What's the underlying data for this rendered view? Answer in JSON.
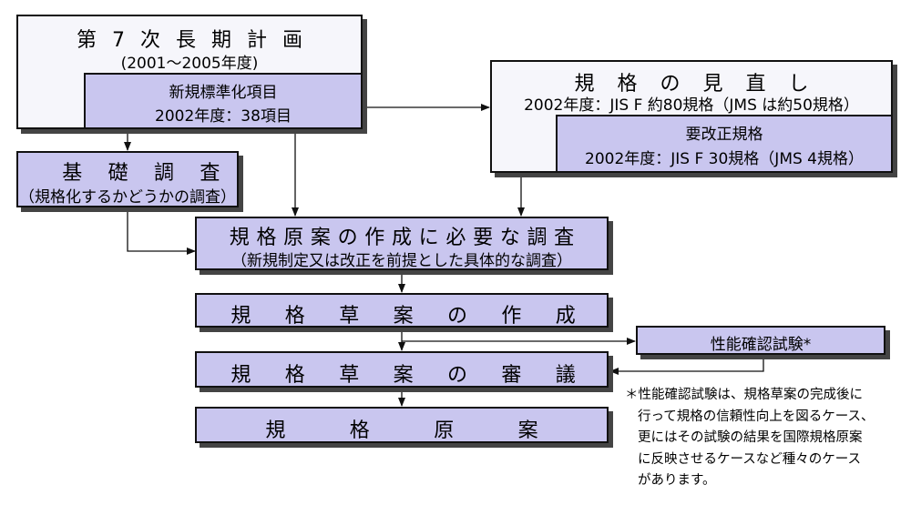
{
  "plan": {
    "title": "第 7 次 長 期 計 画",
    "period": "(2001〜2005年度)",
    "new_items_title": "新規標準化項目",
    "new_items_value": "2002年度：38項目"
  },
  "review": {
    "title": "規 格 の 見 直 し",
    "value": "2002年度：JIS F 約80規格（JMS は約50規格）",
    "revision_title": "要改正規格",
    "revision_value": "2002年度：JIS F 30規格（JMS 4規格）"
  },
  "basic_survey": {
    "title": "基 礎 調 査",
    "subtitle": "（規格化するかどうかの調査）"
  },
  "draft_survey": {
    "title": "規格原案の作成に必要な調査",
    "subtitle": "（新規制定又は改正を前提とした具体的な調査）"
  },
  "steps": {
    "draft_creation": "規格草案の作成",
    "draft_deliberation": "規格草案の審議",
    "final_draft": "規格原案"
  },
  "performance_test": {
    "label": "性能確認試験*"
  },
  "note": {
    "lines": [
      "＊性能確認試験は、規格草案の完成後に",
      "行って規格の信頼性向上を図るケース、",
      "更にはその試験の結果を国際規格原案",
      "に反映させるケースなど種々のケース",
      "があります。"
    ]
  }
}
